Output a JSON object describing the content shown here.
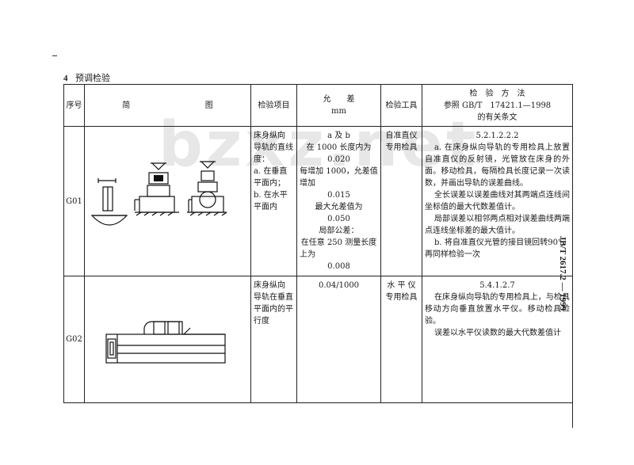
{
  "page": {
    "section_number": "4",
    "section_title": "预调检验",
    "side_code": "JB/T 2617.2 — 1999",
    "watermark": "bzxz.net"
  },
  "table": {
    "headers": {
      "no": "序号",
      "diagram_left": "简",
      "diagram_right": "图",
      "item": "检验项目",
      "tolerance_top": "允　　差",
      "tolerance_unit": "mm",
      "tool": "检验工具",
      "method_line1": "检　验　方　法",
      "method_line2": "参照 GB/T　17421.1—1998",
      "method_line3": "的有关条文"
    },
    "rows": [
      {
        "no": "G01",
        "item": [
          "床身纵向",
          "导轨的直线",
          "度：",
          "a. 在垂直",
          "平面内；",
          "b. 在水平",
          "平面内"
        ],
        "tolerance": [
          "a 及 b",
          "在 1000 长度内为",
          "0.020",
          "每增加 1000，允差值",
          "增加",
          "0.015",
          "最大允差值为",
          "0.050",
          "局部公差：",
          "在任意 250 测量长度",
          "上为",
          "0.008"
        ],
        "tool": [
          "自准直仪",
          "专用检具"
        ],
        "method": [
          "5.2.1.2.2.2",
          "a. 在床身纵向导轨的专用检具上放置自准直仪的反射镜，光管放在床身的外面。移动检具，每隔检具长度记录一次读数，并画出导轨的误差曲线。",
          "全长误差以误差曲线对其两端点连线间坐标值的最大代数差值计。",
          "局部误差以相邻两点相对误差曲线两端点连线坐标差的最大值计。",
          "b. 将自准直仪光管的接目镜回转90°，再同样检验一次"
        ]
      },
      {
        "no": "G02",
        "item": [
          "床身纵向",
          "导轨在垂直",
          "平面内的平",
          "行度"
        ],
        "tolerance": [
          "0.04/1000"
        ],
        "tool": [
          "水 平 仪",
          "专用检具"
        ],
        "method": [
          "5.4.1.2.7",
          "在床身纵向导轨的专用检具上，与检具移动方向垂直放置水平仪。移动检具检验。",
          "误差以水平仪读数的最大代数差值计"
        ]
      }
    ]
  }
}
